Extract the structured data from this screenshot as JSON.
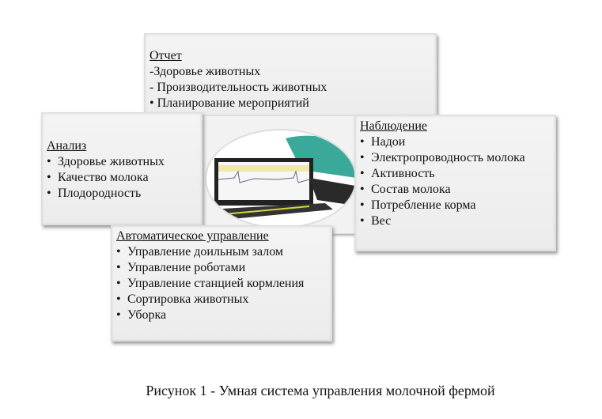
{
  "report": {
    "title": "Отчет",
    "items": [
      "-Здоровье животных",
      "- Производительность животных",
      "•  Планирование мероприятий"
    ]
  },
  "analysis": {
    "title": "Анализ",
    "items": [
      "Здоровье животных",
      "Качество  молока",
      "Плодородность"
    ]
  },
  "observation": {
    "title": "Наблюдение",
    "items": [
      "Надои",
      "Электропроводность молока",
      "Активность",
      "Состав молока",
      "Потребление корма",
      "Вес"
    ]
  },
  "automatic": {
    "title": "Автоматическое управление",
    "items": [
      "Управление доильным залом",
      "Управление роботами",
      "Управление станцией кормления",
      "Сортировка животных",
      "Уборка"
    ]
  },
  "caption": "Рисунок 1 - Умная система управления молочной фермой"
}
